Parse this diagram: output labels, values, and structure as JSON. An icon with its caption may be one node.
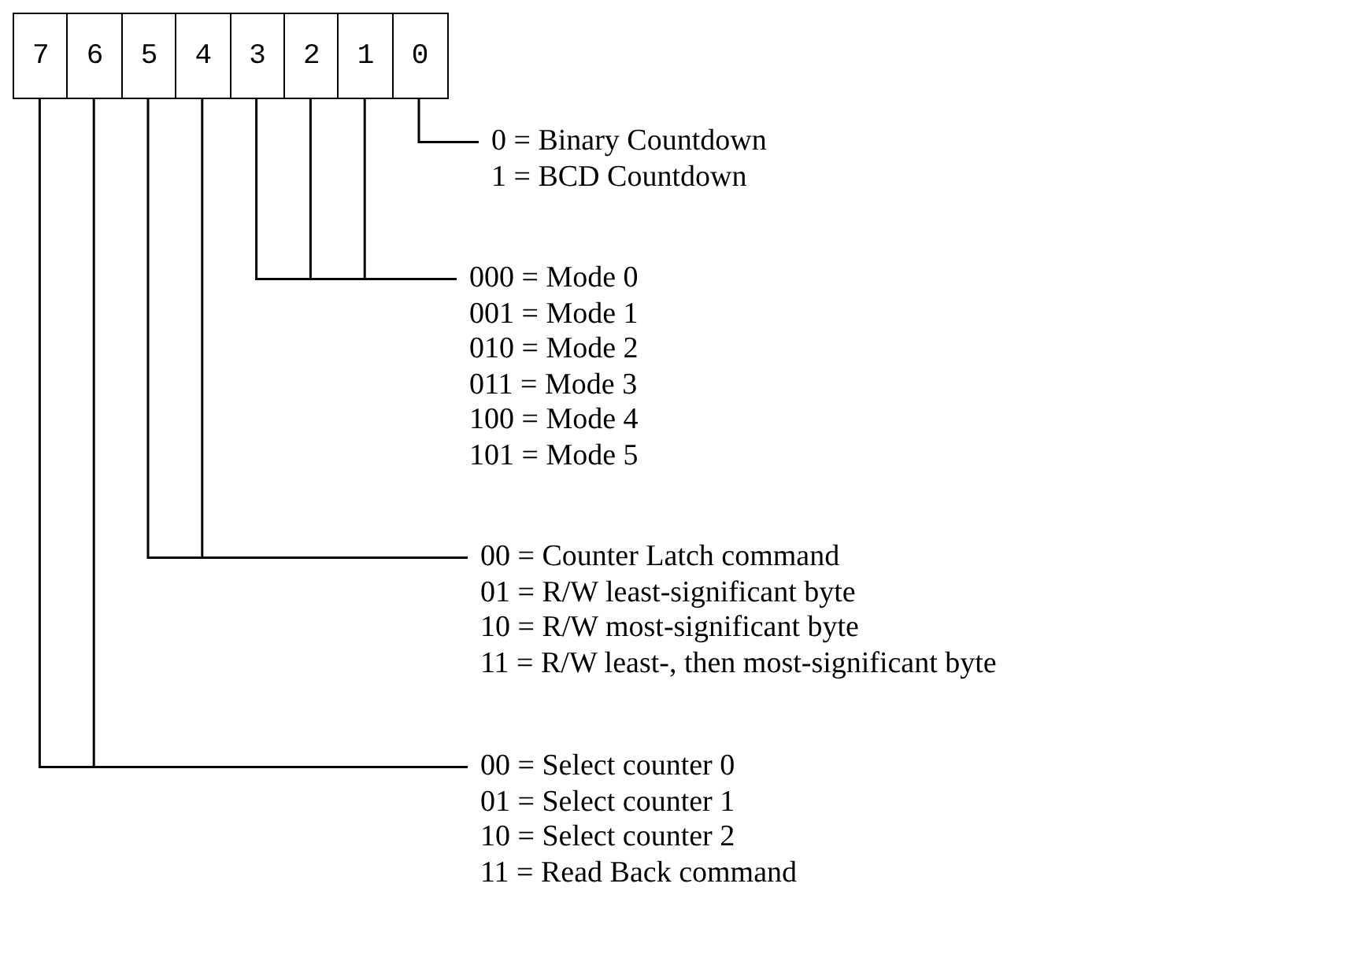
{
  "diagram": {
    "nodes": [
      {
        "text": [
          "7"
        ]
      },
      {
        "text": [
          "6"
        ]
      },
      {
        "text": [
          "5"
        ]
      },
      {
        "text": [
          "4"
        ]
      },
      {
        "text": [
          "3"
        ]
      },
      {
        "text": [
          "2"
        ]
      },
      {
        "text": [
          "1"
        ]
      },
      {
        "text": [
          "0"
        ]
      },
      {
        "text": [
          "0 = Binary Countdown",
          "1 = BCD Countdown"
        ]
      },
      {
        "text": [
          "000 = Mode 0",
          "001 = Mode 1",
          "010 = Mode 2",
          "011 = Mode 3",
          "100 = Mode 4",
          "101 = Mode 5"
        ]
      },
      {
        "text": [
          "00 = Counter Latch command",
          "01 = R/W least-significant byte",
          "10 = R/W most-significant byte",
          "11 = R/W least-, then most-significant byte"
        ]
      },
      {
        "text": [
          "00 = Select counter 0",
          "01 = Select counter 1",
          "10 = Select counter 2",
          "11 = Read Back command"
        ]
      }
    ],
    "edges": [
      {
        "from": 7,
        "to": 8,
        "arrow": "none"
      },
      {
        "from": 4,
        "to": 9,
        "arrow": "none"
      },
      {
        "from": 5,
        "to": 9,
        "arrow": "none"
      },
      {
        "from": 6,
        "to": 9,
        "arrow": "none"
      },
      {
        "from": 2,
        "to": 10,
        "arrow": "none"
      },
      {
        "from": 3,
        "to": 10,
        "arrow": "none"
      },
      {
        "from": 0,
        "to": 11,
        "arrow": "none"
      },
      {
        "from": 1,
        "to": 11,
        "arrow": "none"
      }
    ]
  }
}
